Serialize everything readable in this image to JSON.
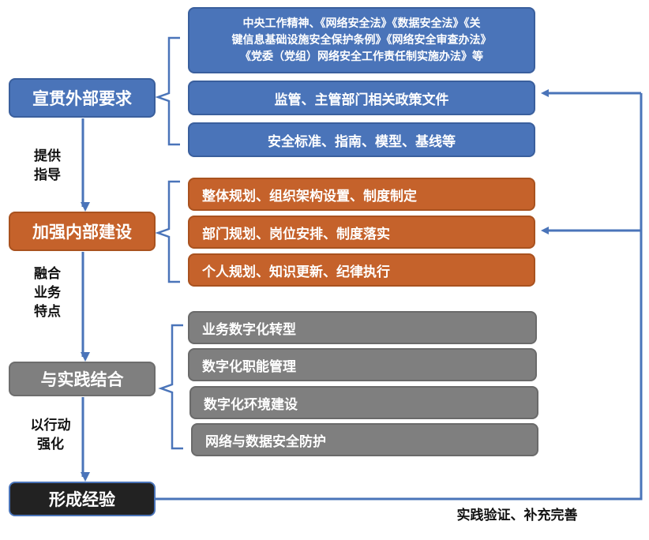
{
  "stages": {
    "s1": "宣贯外部要求",
    "s2": "加强内部建设",
    "s3": "与实践结合",
    "s4": "形成经验"
  },
  "transitions": {
    "t1": [
      "提供",
      "指导"
    ],
    "t2": [
      "融合",
      "业务",
      "特点"
    ],
    "t3": [
      "以行动",
      "强化"
    ]
  },
  "external_requirements": {
    "laws": [
      "中央工作精神、《网络安全法》《数据安全法》《关",
      "键信息基础设施安全保护条例》《网络安全审查办法》",
      "《党委（党组）网络安全工作责任制实施办法》等"
    ],
    "policy": "监管、主管部门相关政策文件",
    "standards": "安全标准、指南、模型、基线等"
  },
  "internal_building": [
    "整体规划、组织架构设置、制度制定",
    "部门规划、岗位安排、制度落实",
    "个人规划、知识更新、纪律执行"
  ],
  "practice": [
    "业务数字化转型",
    "数字化职能管理",
    "数字化环境建设",
    "网络与数据安全防护"
  ],
  "feedback_label": "实践验证、补充完善",
  "colors": {
    "blue": "#4a74b9",
    "orange": "#c5622b",
    "gray": "#7f7f7f",
    "black": "#222222"
  }
}
